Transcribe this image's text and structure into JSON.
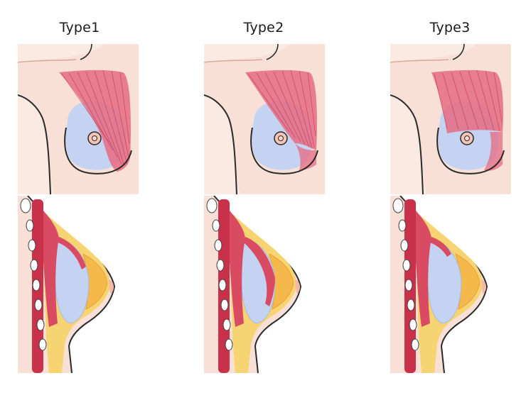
{
  "types": [
    {
      "label": "Type1"
    },
    {
      "label": "Type2"
    },
    {
      "label": "Type3"
    }
  ],
  "colors": {
    "skin": "#f9e6dd",
    "skin_light": "#fdf1ea",
    "outline": "#2a2a2a",
    "muscle": "#e1556e",
    "muscle_light": "#f29aaa",
    "implant": "#c4d3f1",
    "fat": "#f7d472",
    "rib": "#ffffff",
    "intercostal": "#c93049"
  }
}
